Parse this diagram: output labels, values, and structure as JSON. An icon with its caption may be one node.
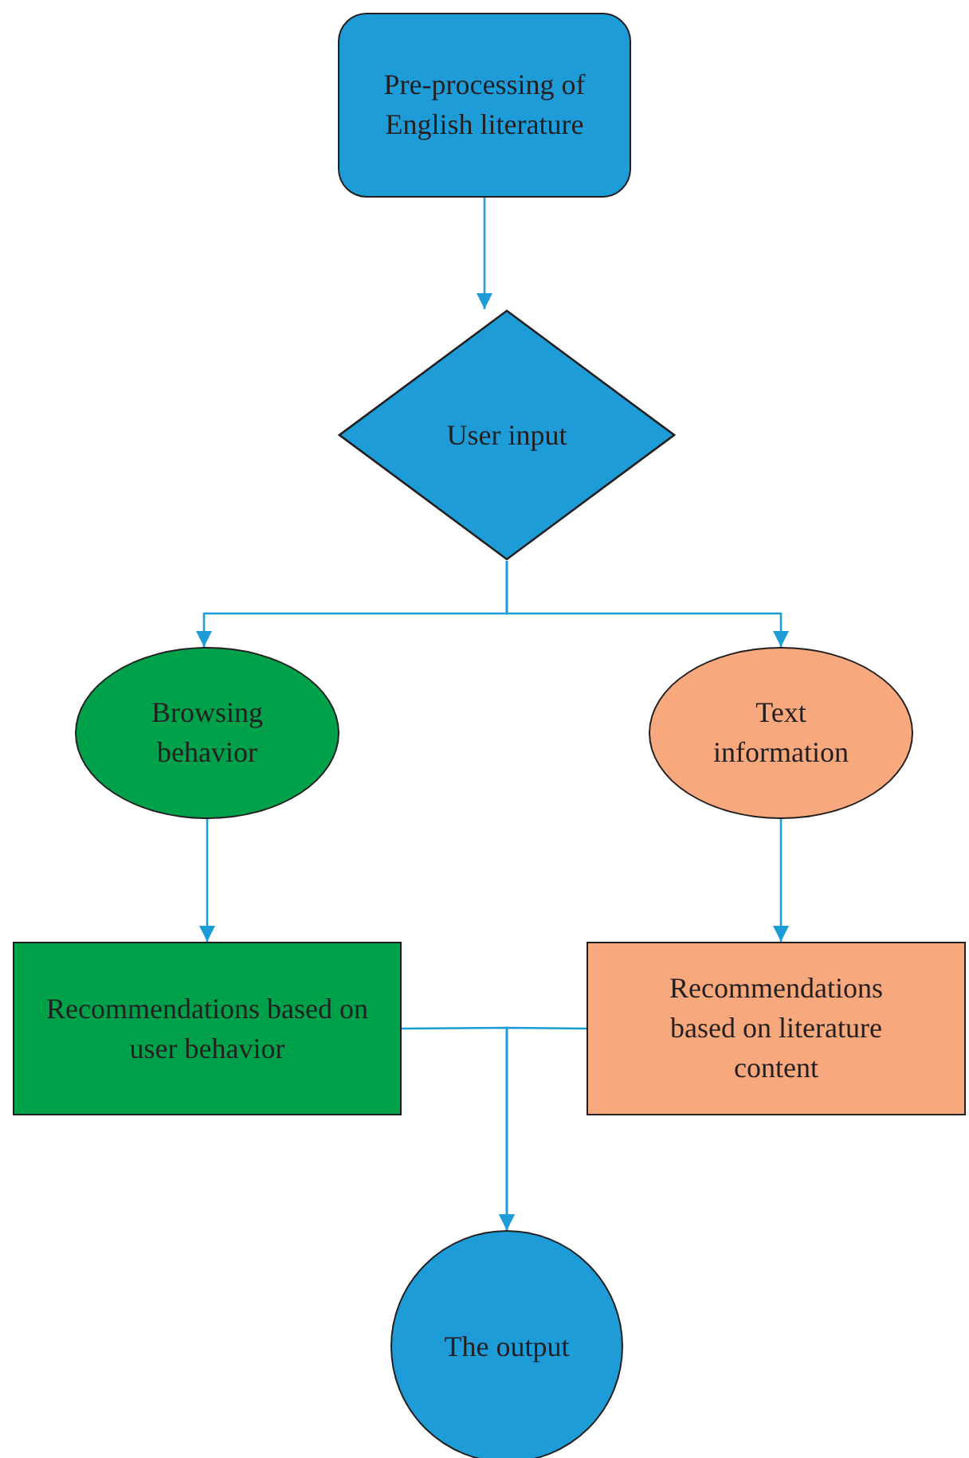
{
  "diagram": {
    "nodes": [
      {
        "text": [
          "Pre-processing of English literature"
        ]
      },
      {
        "text": [
          "User input"
        ]
      },
      {
        "text": [
          "Browsing behavior"
        ]
      },
      {
        "text": [
          "Text information"
        ]
      },
      {
        "text": [
          "Recommendations based on user behavior"
        ]
      },
      {
        "text": [
          "Recommendations based on literature content"
        ]
      },
      {
        "text": [
          "The output"
        ]
      }
    ],
    "edges": [
      {
        "from": 0,
        "to": 1,
        "arrow": "to"
      },
      {
        "from": 1,
        "to": 2,
        "arrow": "to"
      },
      {
        "from": 1,
        "to": 3,
        "arrow": "to"
      },
      {
        "from": 2,
        "to": 4,
        "arrow": "to"
      },
      {
        "from": 3,
        "to": 5,
        "arrow": "to"
      },
      {
        "from": 4,
        "to": 6,
        "arrow": "to"
      },
      {
        "from": 5,
        "to": 6,
        "arrow": "to"
      }
    ]
  }
}
